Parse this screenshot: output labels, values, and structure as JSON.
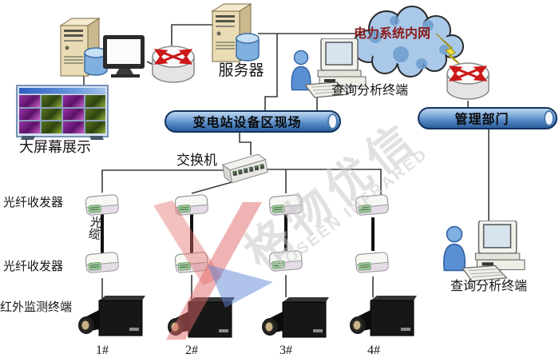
{
  "watermark": {
    "cn": "格物优信",
    "en": "YOSEEN INFRARED"
  },
  "labels": {
    "server": "服务器",
    "cloud": "电力系统内网",
    "query_terminal_top": "查询分析终端",
    "query_terminal_bottom": "查询分析终端",
    "site_bus": "变电站设备区现场",
    "management_bus": "管理部门",
    "switch": "交换机",
    "fiber_transceiver_top": "光纤收发器",
    "fiber_transceiver_bottom": "光纤收发器",
    "optical_cable": "光缆",
    "infrared_terminal": "红外监测终端",
    "big_screen": "大屏幕展示",
    "cameras": [
      "1#",
      "2#",
      "3#",
      "4#"
    ]
  },
  "colors": {
    "bus_pipe": "#4f86c2",
    "cloud_fill": "#aac9e8",
    "cloud_label": "#8b1c1c",
    "router_arrows": "#cc1818",
    "lightning": "#f2e23a",
    "person": "#5b8fd4",
    "cable": "#101010",
    "wire": "#3a3a3a"
  }
}
